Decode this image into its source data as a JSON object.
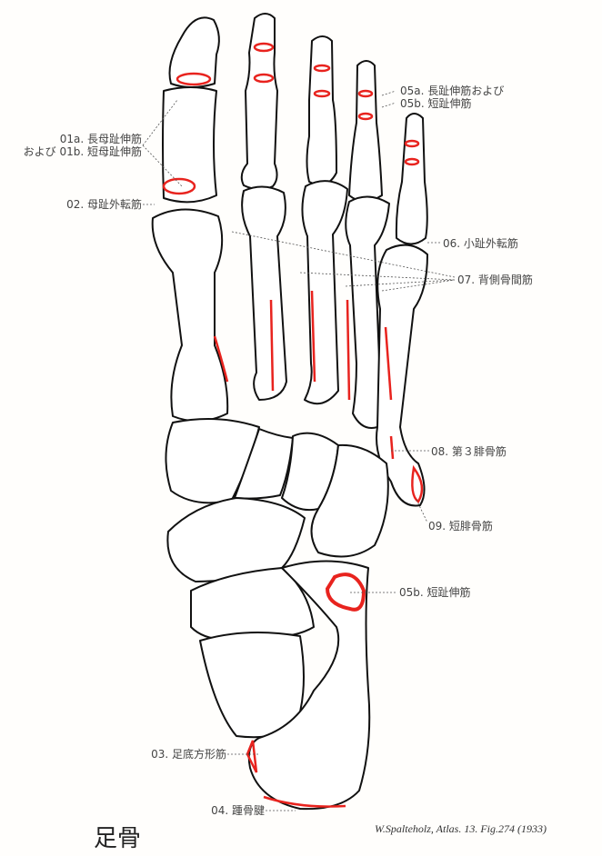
{
  "title": "足骨",
  "credit": "W.Spalteholz, Atlas. 13. Fig.274 (1933)",
  "colors": {
    "muscle_attachment": "#e8231e",
    "bone_outline": "#111111",
    "label_text": "#444444"
  },
  "labels": {
    "l01a": "01a. 長母趾伸筋",
    "l01b": "および 01b. 短母趾伸筋",
    "l02": "02. 母趾外転筋",
    "l03": "03. 足底方形筋",
    "l04": "04. 踵骨腱",
    "l05a": "05a. 長趾伸筋および",
    "l05b_toe": "05b. 短趾伸筋",
    "l05b_calc": "05b. 短趾伸筋",
    "l06": "06. 小趾外転筋",
    "l07": "07. 背側骨間筋",
    "l08": "08. 第３腓骨筋",
    "l09": "09. 短腓骨筋"
  }
}
